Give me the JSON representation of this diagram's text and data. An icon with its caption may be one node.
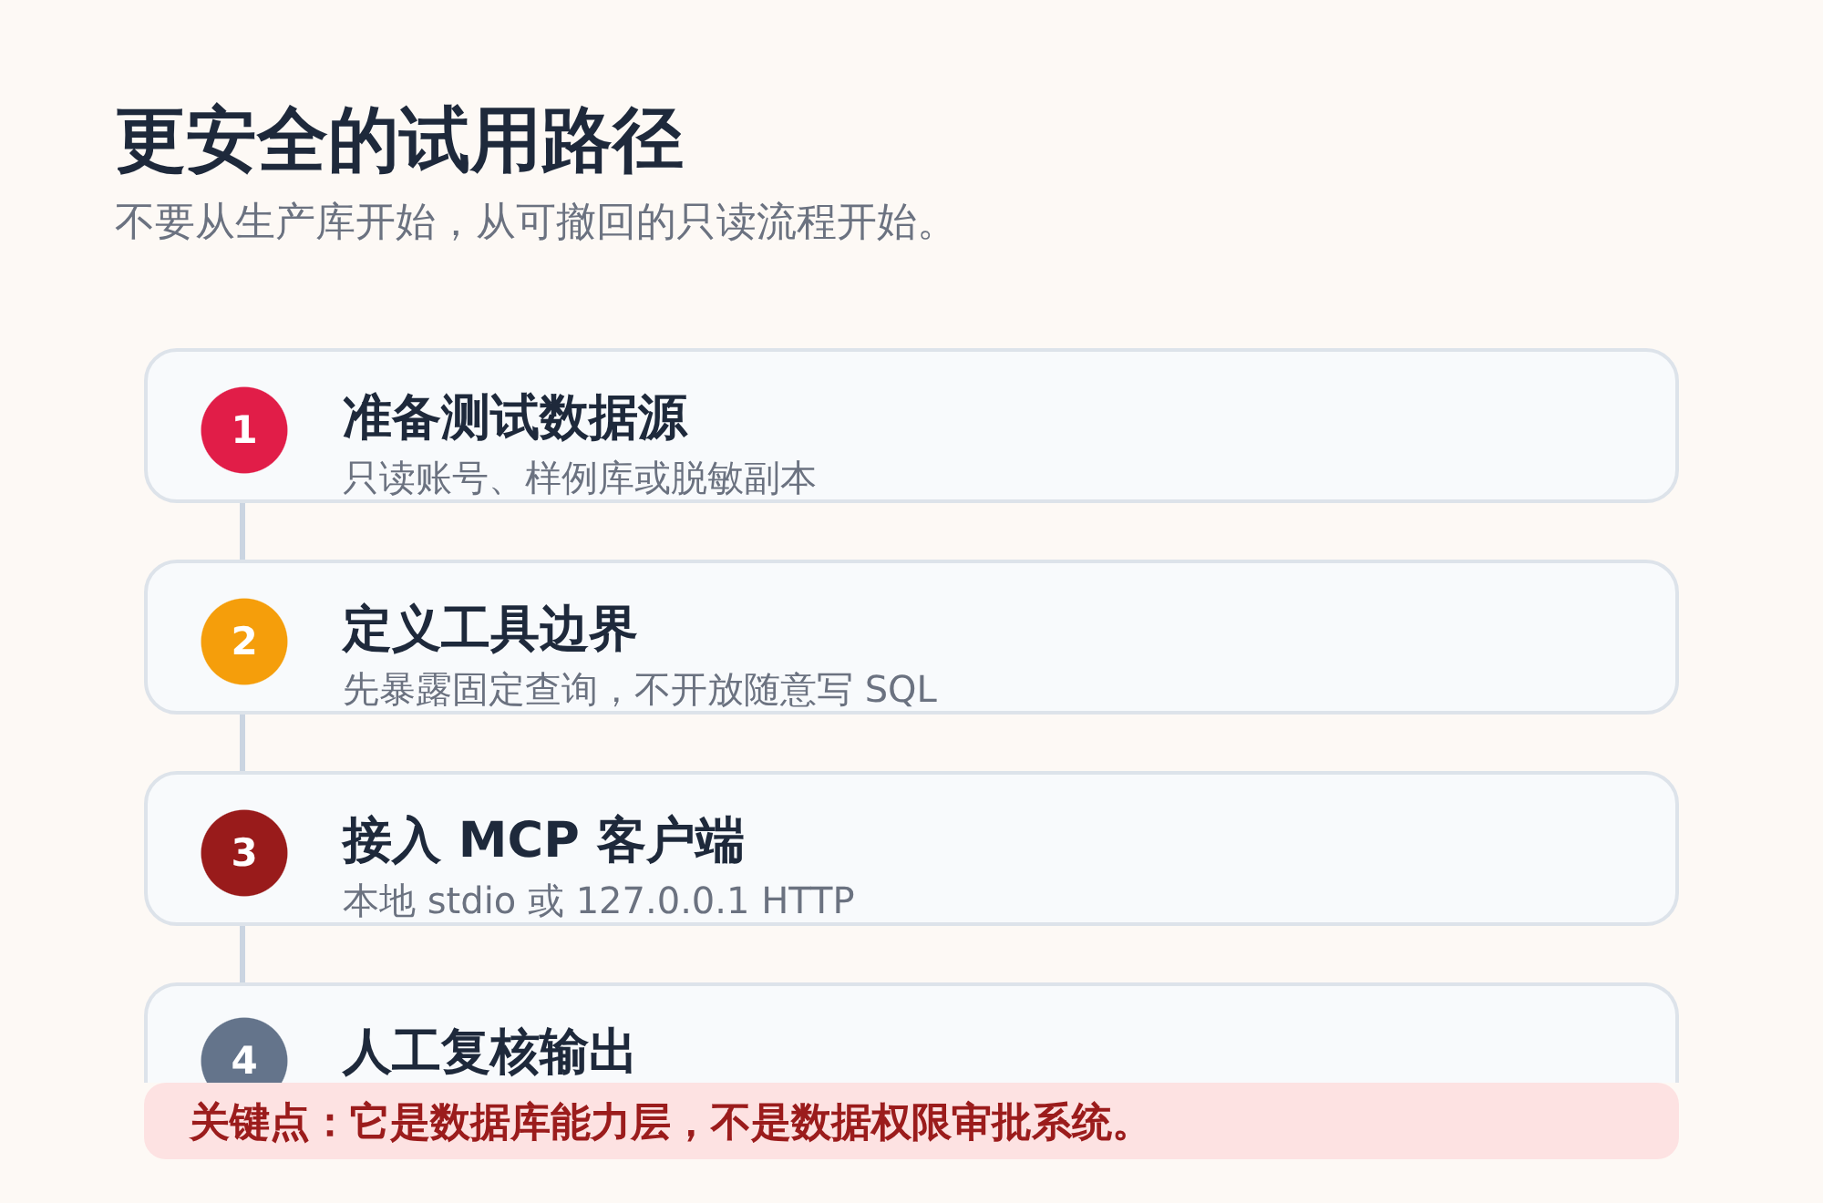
{
  "diagram": {
    "title": "更安全的试用路径",
    "nodes": [
      {
        "text": [
          "准备测试数据源",
          "只读账号、样例库或脱敏副本"
        ]
      },
      {
        "text": [
          "1"
        ],
        "in": 0
      },
      {
        "text": [
          "定义工具边界",
          "先暴露固定查询，不开放随意写 SQL"
        ]
      },
      {
        "text": [
          "2"
        ],
        "in": 2
      },
      {
        "text": [
          "接入 MCP 客户端",
          "本地 stdio 或 127.0.0.1 HTTP"
        ]
      },
      {
        "text": [
          "3"
        ],
        "in": 4
      },
      {
        "text": [
          "人工复核输出"
        ]
      },
      {
        "text": [
          "4"
        ],
        "in": 6
      },
      {
        "text": [
          "关键点：它是数据库能力层，不是数据权限审批系统。"
        ]
      }
    ],
    "edges": [
      {
        "from": 0,
        "to": 2,
        "arrow": "none"
      },
      {
        "from": 2,
        "to": 4,
        "arrow": "none"
      },
      {
        "from": 4,
        "to": 6,
        "arrow": "none"
      }
    ],
    "labels": [
      "不要从生产库开始，从可撤回的只读流程开始。"
    ]
  }
}
